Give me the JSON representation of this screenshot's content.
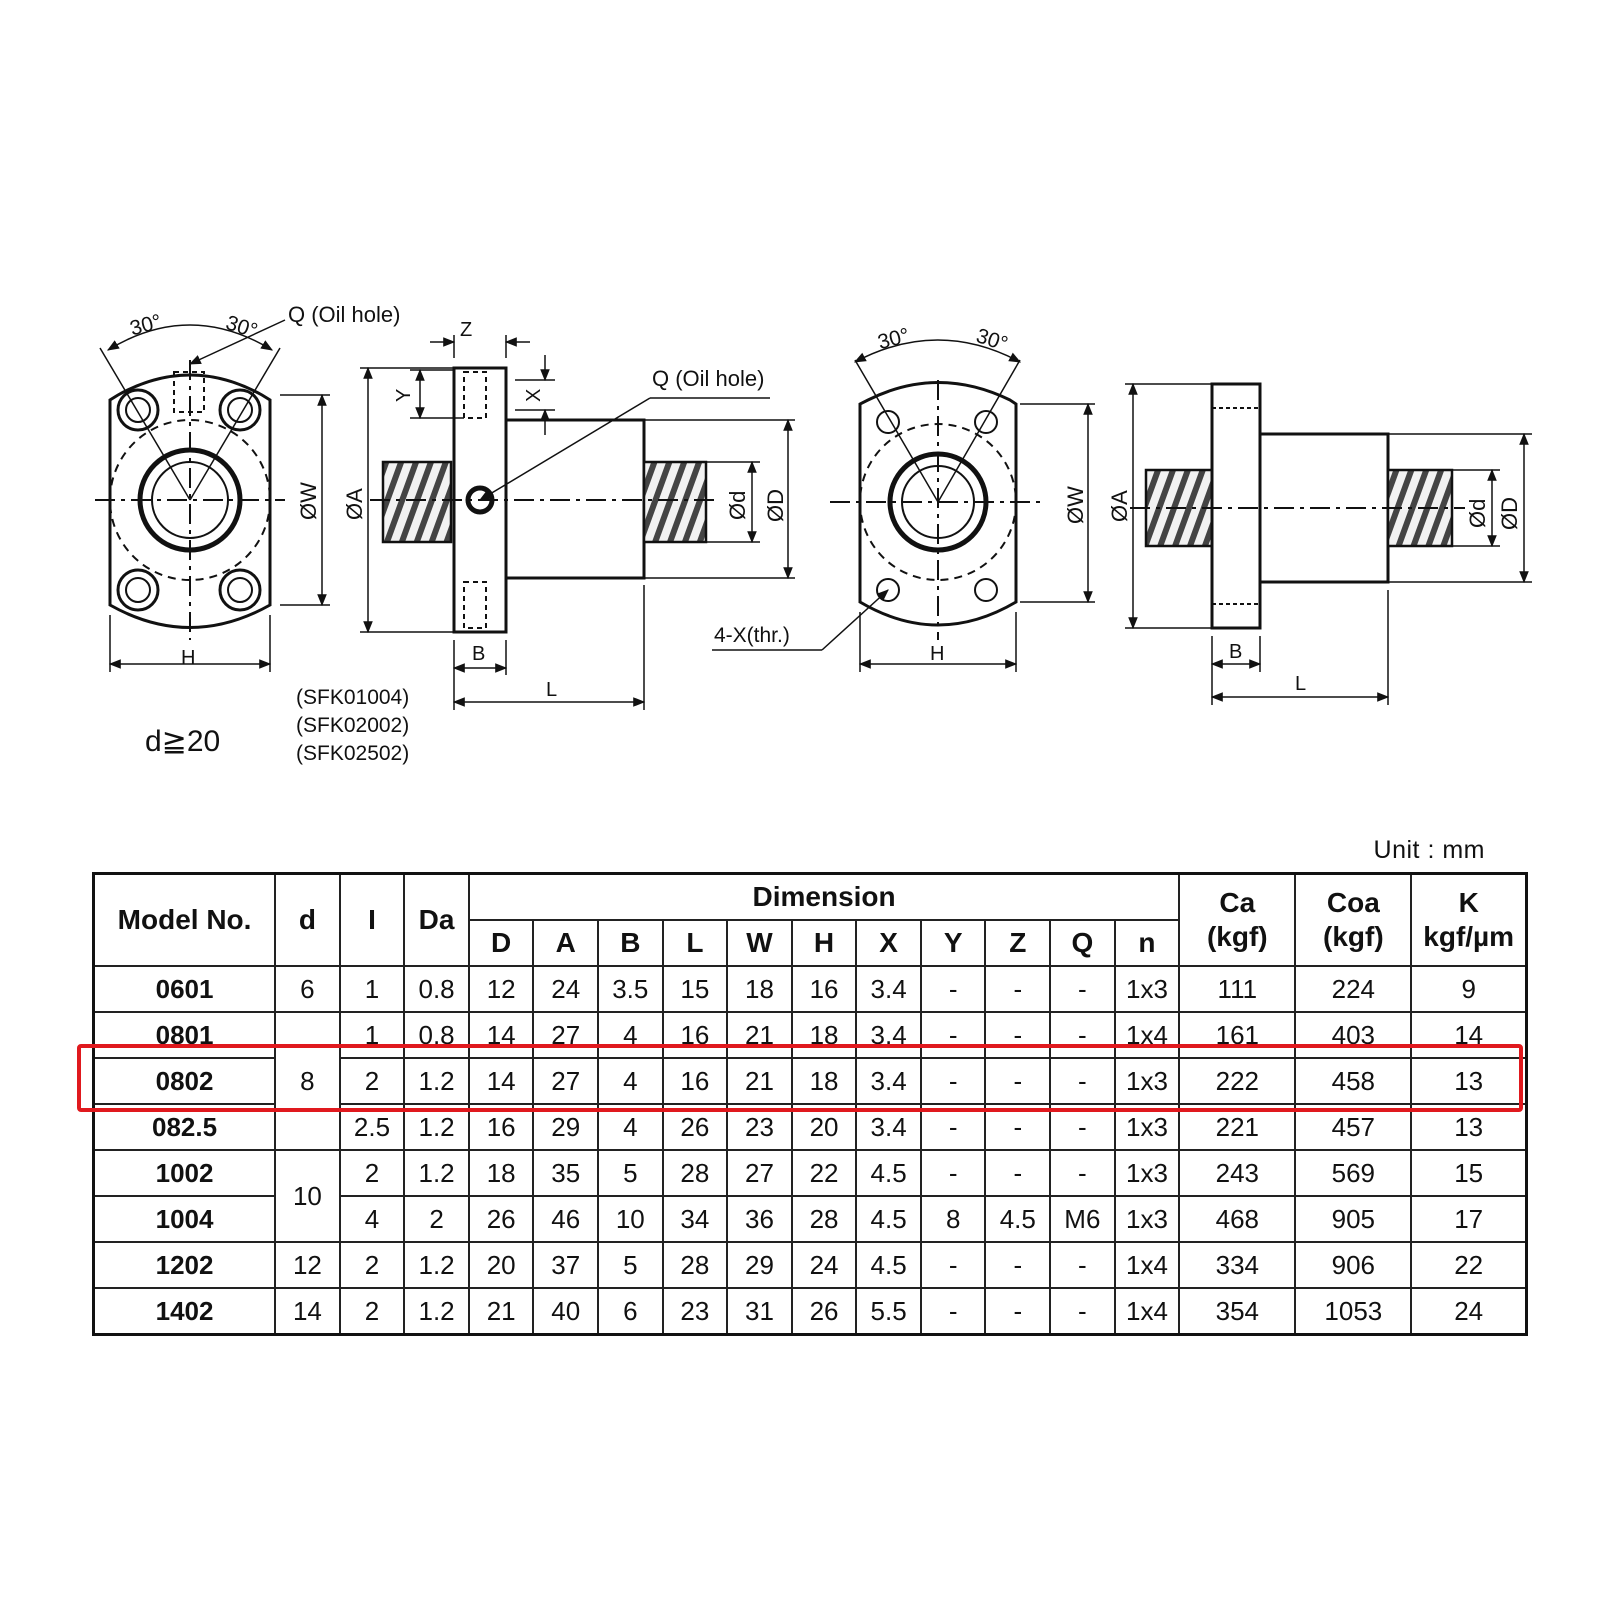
{
  "drawing": {
    "left_flange": {
      "angle_left": "30°",
      "angle_right": "30°",
      "oil_hole": "Q (Oil hole)",
      "dim_w": "ØW",
      "dim_h": "H",
      "note": "d≧20"
    },
    "left_side": {
      "dim_z": "Z",
      "dim_y": "Y",
      "dim_x": "X",
      "dim_a": "ØA",
      "oil_hole": "Q (Oil hole)",
      "dim_d_small": "Ød",
      "dim_d_large": "ØD",
      "dim_b": "B",
      "dim_l": "L",
      "models": [
        "(SFK01004)",
        "(SFK02002)",
        "(SFK02502)"
      ]
    },
    "right_flange": {
      "angle_left": "30°",
      "angle_right": "30°",
      "dim_w": "ØW",
      "dim_h": "H",
      "thread": "4-X(thr.)"
    },
    "right_side": {
      "dim_a": "ØA",
      "dim_d_small": "Ød",
      "dim_d_large": "ØD",
      "dim_b": "B",
      "dim_l": "L"
    }
  },
  "table": {
    "unit": "Unit : mm",
    "headers": {
      "model": "Model No.",
      "d": "d",
      "l": "I",
      "da": "Da",
      "dimension": "Dimension",
      "dims": [
        "D",
        "A",
        "B",
        "L",
        "W",
        "H",
        "X",
        "Y",
        "Z",
        "Q",
        "n"
      ],
      "ca": [
        "Ca",
        "(kgf)"
      ],
      "coa": [
        "Coa",
        "(kgf)"
      ],
      "k": [
        "K",
        "kgf/µm"
      ]
    },
    "rows": [
      {
        "model": "0601",
        "d": "6",
        "l": "1",
        "da": "0.8",
        "D": "12",
        "A": "24",
        "B": "3.5",
        "L": "15",
        "W": "18",
        "H": "16",
        "X": "3.4",
        "Y": "-",
        "Z": "-",
        "Q": "-",
        "n": "1x3",
        "ca": "111",
        "coa": "224",
        "k": "9"
      },
      {
        "model": "0801",
        "d": "8",
        "l": "1",
        "da": "0.8",
        "D": "14",
        "A": "27",
        "B": "4",
        "L": "16",
        "W": "21",
        "H": "18",
        "X": "3.4",
        "Y": "-",
        "Z": "-",
        "Q": "-",
        "n": "1x4",
        "ca": "161",
        "coa": "403",
        "k": "14"
      },
      {
        "model": "0802",
        "d": "",
        "l": "2",
        "da": "1.2",
        "D": "14",
        "A": "27",
        "B": "4",
        "L": "16",
        "W": "21",
        "H": "18",
        "X": "3.4",
        "Y": "-",
        "Z": "-",
        "Q": "-",
        "n": "1x3",
        "ca": "222",
        "coa": "458",
        "k": "13"
      },
      {
        "model": "082.5",
        "d": "",
        "l": "2.5",
        "da": "1.2",
        "D": "16",
        "A": "29",
        "B": "4",
        "L": "26",
        "W": "23",
        "H": "20",
        "X": "3.4",
        "Y": "-",
        "Z": "-",
        "Q": "-",
        "n": "1x3",
        "ca": "221",
        "coa": "457",
        "k": "13"
      },
      {
        "model": "1002",
        "d": "10",
        "l": "2",
        "da": "1.2",
        "D": "18",
        "A": "35",
        "B": "5",
        "L": "28",
        "W": "27",
        "H": "22",
        "X": "4.5",
        "Y": "-",
        "Z": "-",
        "Q": "-",
        "n": "1x3",
        "ca": "243",
        "coa": "569",
        "k": "15"
      },
      {
        "model": "1004",
        "d": "",
        "l": "4",
        "da": "2",
        "D": "26",
        "A": "46",
        "B": "10",
        "L": "34",
        "W": "36",
        "H": "28",
        "X": "4.5",
        "Y": "8",
        "Z": "4.5",
        "Q": "M6",
        "n": "1x3",
        "ca": "468",
        "coa": "905",
        "k": "17"
      },
      {
        "model": "1202",
        "d": "12",
        "l": "2",
        "da": "1.2",
        "D": "20",
        "A": "37",
        "B": "5",
        "L": "28",
        "W": "29",
        "H": "24",
        "X": "4.5",
        "Y": "-",
        "Z": "-",
        "Q": "-",
        "n": "1x4",
        "ca": "334",
        "coa": "906",
        "k": "22"
      },
      {
        "model": "1402",
        "d": "14",
        "l": "2",
        "da": "1.2",
        "D": "21",
        "A": "40",
        "B": "6",
        "L": "23",
        "W": "31",
        "H": "26",
        "X": "5.5",
        "Y": "-",
        "Z": "-",
        "Q": "-",
        "n": "1x4",
        "ca": "354",
        "coa": "1053",
        "k": "24"
      }
    ],
    "highlight_color": "#e0191e"
  }
}
